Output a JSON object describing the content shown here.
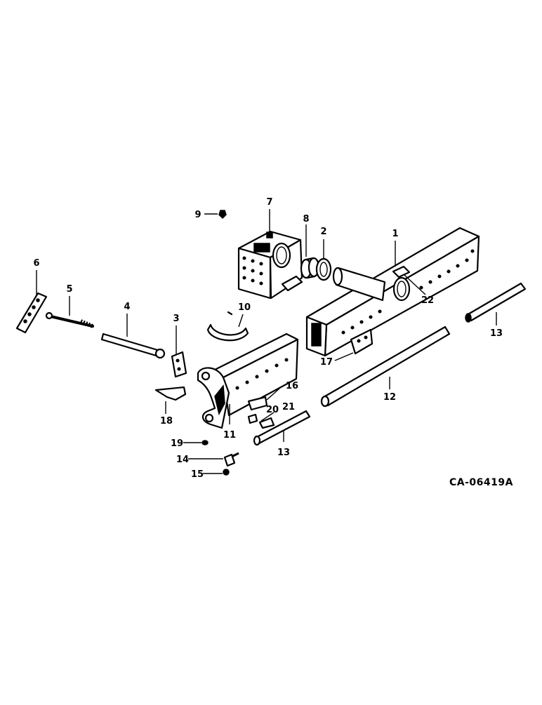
{
  "diagram": {
    "code": "CA-06419A",
    "callouts": [
      {
        "id": "c1",
        "label": "1"
      },
      {
        "id": "c2",
        "label": "2"
      },
      {
        "id": "c3",
        "label": "3"
      },
      {
        "id": "c4",
        "label": "4"
      },
      {
        "id": "c5",
        "label": "5"
      },
      {
        "id": "c6",
        "label": "6"
      },
      {
        "id": "c7",
        "label": "7"
      },
      {
        "id": "c8",
        "label": "8"
      },
      {
        "id": "c9",
        "label": "9"
      },
      {
        "id": "c10",
        "label": "10"
      },
      {
        "id": "c11",
        "label": "11"
      },
      {
        "id": "c12",
        "label": "12"
      },
      {
        "id": "c13a",
        "label": "13"
      },
      {
        "id": "c13b",
        "label": "13"
      },
      {
        "id": "c14",
        "label": "14"
      },
      {
        "id": "c15",
        "label": "15"
      },
      {
        "id": "c16",
        "label": "16"
      },
      {
        "id": "c17",
        "label": "17"
      },
      {
        "id": "c18",
        "label": "18"
      },
      {
        "id": "c19",
        "label": "19"
      },
      {
        "id": "c20",
        "label": "20"
      },
      {
        "id": "c21",
        "label": "21"
      },
      {
        "id": "c22",
        "label": "22"
      }
    ]
  }
}
